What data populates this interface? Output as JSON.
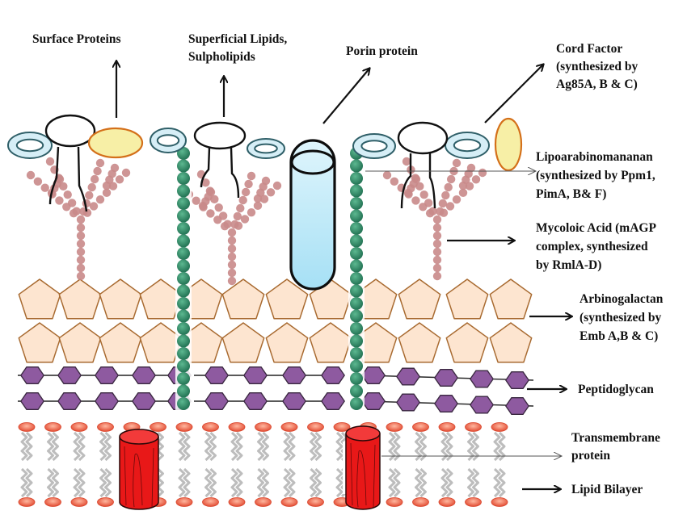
{
  "title": "Mycobacterial cell wall structure",
  "labels": {
    "surface_proteins": [
      "Surface Proteins"
    ],
    "superficial_lipids": [
      "Superficial Lipids,",
      "Sulpholipids"
    ],
    "porin": [
      "Porin protein"
    ],
    "cord_factor": [
      "Cord Factor",
      "(synthesized by",
      "Ag85A, B & C)"
    ],
    "lipoarabinomannan": [
      "Lipoarabinomananan",
      "(synthesized by Ppm1,",
      "PimA, B& F)"
    ],
    "mycolic_acid": [
      "Mycoloic Acid (mAGP",
      "complex, synthesized",
      "by RmlA-D)"
    ],
    "arabinogalactan": [
      "Arbinogalactan",
      "(synthesized by",
      "Emb A,B & C)"
    ],
    "peptidoglycan": [
      "Peptidoglycan"
    ],
    "transmembrane": [
      "Transmembrane",
      "protein"
    ],
    "lipid_bilayer": [
      "Lipid Bilayer"
    ]
  },
  "colors": {
    "ring_fill": "#d6eef6",
    "ring_stroke": "#2f5f68",
    "yellow_fill": "#f7efa6",
    "yellow_stroke": "#d4701a",
    "porin_fill": "#c4ecf8",
    "green_bead": "#2e8b66",
    "pink_bead": "#c98a8a",
    "pentagon_fill": "#fde5d0",
    "pentagon_stroke": "#a86a30",
    "hexagon_fill": "#8e5aa0",
    "hexagon_stroke": "#3a2840",
    "lipid_head": "#ea6a50",
    "lipid_tail": "#bdbdbd",
    "cylinder": "#e81818"
  }
}
